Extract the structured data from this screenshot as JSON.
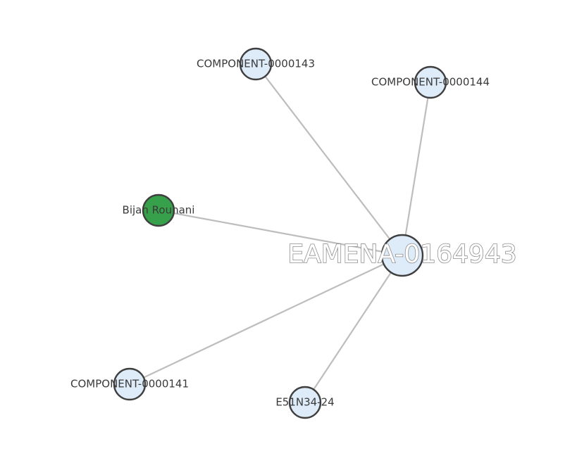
{
  "graph": {
    "center": {
      "id": "center",
      "label": "EAMENA-0164943",
      "color": "#deebf9"
    },
    "nodes": [
      {
        "id": "c143",
        "label": "COMPONENT-0000143",
        "color": "#deebf9"
      },
      {
        "id": "c144",
        "label": "COMPONENT-0000144",
        "color": "#deebf9"
      },
      {
        "id": "bijan",
        "label": "Bijan Rouhani",
        "color": "#36a14a"
      },
      {
        "id": "c141",
        "label": "COMPONENT-0000141",
        "color": "#deebf9"
      },
      {
        "id": "grid",
        "label": "E51N34-24",
        "color": "#deebf9"
      }
    ]
  }
}
